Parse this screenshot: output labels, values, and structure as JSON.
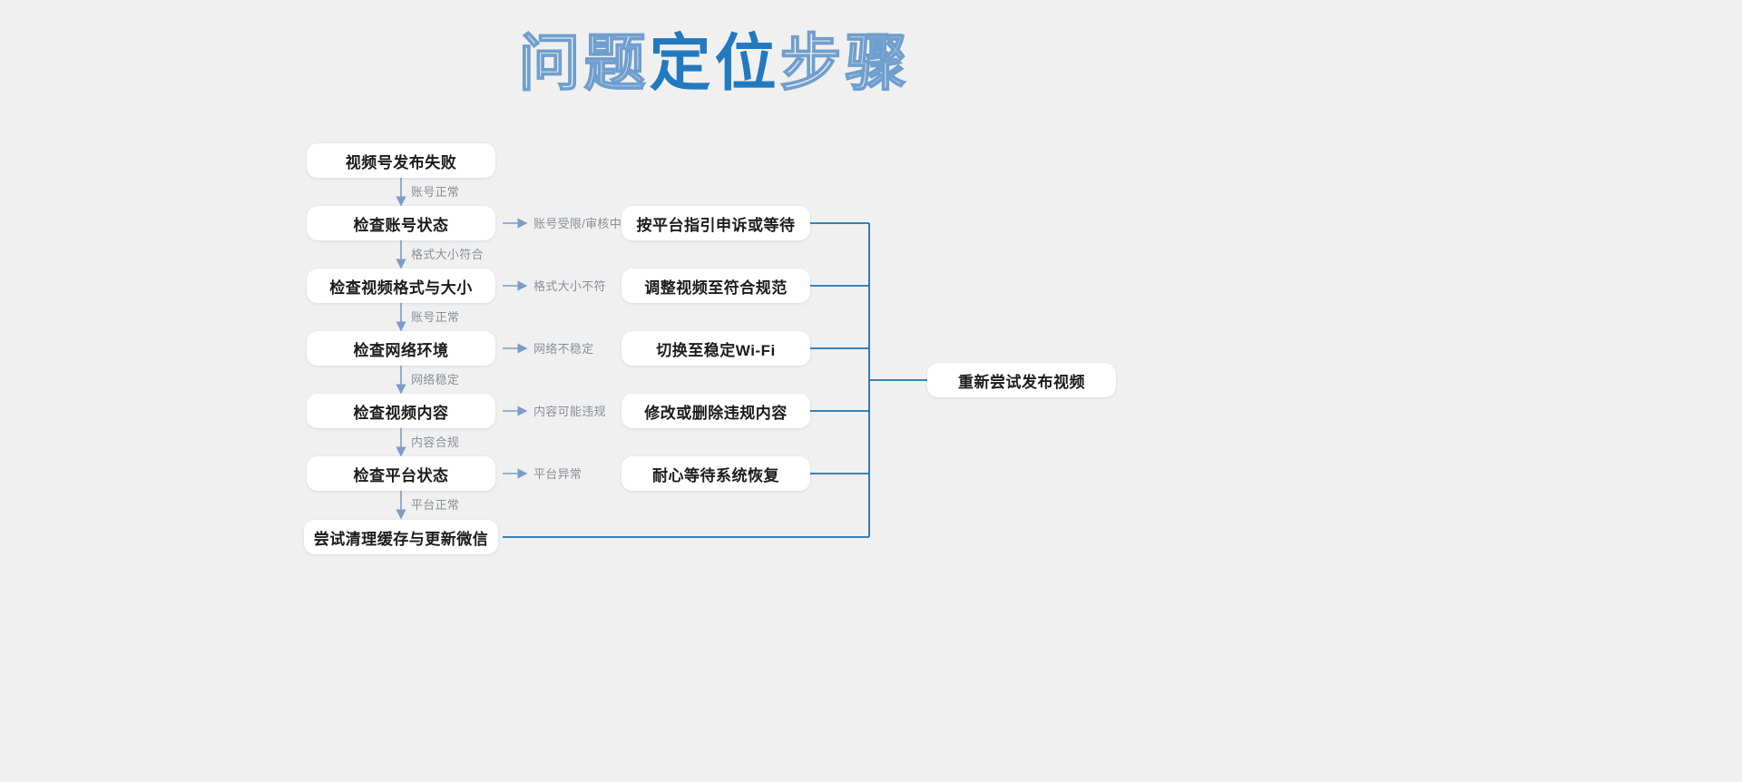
{
  "title": {
    "outline_1": "问题",
    "solid": "定位",
    "outline_2": "步骤",
    "full": "问题定位步骤",
    "accent_color": "#2279bf",
    "outline_color": "#6f9fce"
  },
  "colors": {
    "background": "#f0f0f0",
    "node_bg": "#ffffff",
    "node_text": "#1c1c1c",
    "edge_label": "#8a8f96",
    "arrow": "#7d9cc4",
    "merge_line": "#1d72ab"
  },
  "flow": {
    "main_steps": [
      {
        "id": "start",
        "label": "视频号发布失败"
      },
      {
        "id": "check-account",
        "label": "检查账号状态"
      },
      {
        "id": "check-format",
        "label": "检查视频格式与大小"
      },
      {
        "id": "check-network",
        "label": "检查网络环境"
      },
      {
        "id": "check-content",
        "label": "检查视频内容"
      },
      {
        "id": "check-platform",
        "label": "检查平台状态"
      },
      {
        "id": "clear-cache",
        "label": "尝试清理缓存与更新微信"
      }
    ],
    "step_labels": [
      "账号正常",
      "格式大小符合",
      "账号正常",
      "网络稳定",
      "内容合规",
      "平台正常"
    ],
    "branches": [
      {
        "condition": "账号受限/审核中",
        "action": "按平台指引申诉或等待"
      },
      {
        "condition": "格式大小不符",
        "action": "调整视频至符合规范"
      },
      {
        "condition": "网络不稳定",
        "action": "切换至稳定Wi-Fi"
      },
      {
        "condition": "内容可能违规",
        "action": "修改或删除违规内容"
      },
      {
        "condition": "平台异常",
        "action": "耐心等待系统恢复"
      }
    ],
    "final": {
      "id": "retry",
      "label": "重新尝试发布视频"
    }
  }
}
